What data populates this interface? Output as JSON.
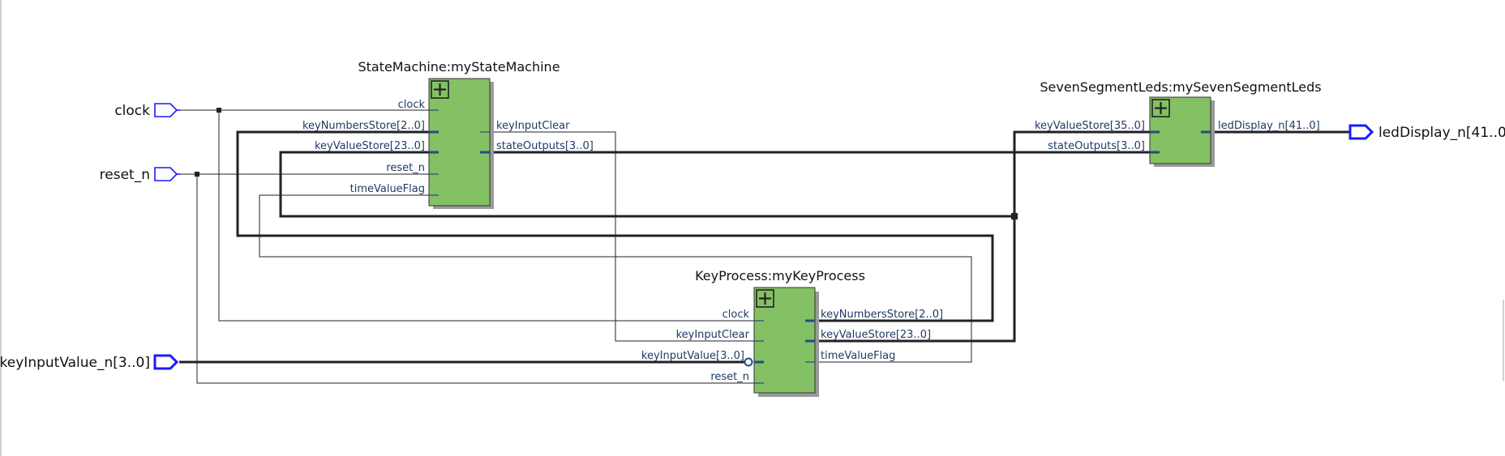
{
  "modules": {
    "state_machine": {
      "title": "StateMachine:myStateMachine",
      "inputs": [
        "clock",
        "keyNumbersStore[2..0]",
        "keyValueStore[23..0]",
        "reset_n",
        "timeValueFlag"
      ],
      "outputs": [
        "keyInputClear",
        "stateOutputs[3..0]"
      ]
    },
    "key_process": {
      "title": "KeyProcess:myKeyProcess",
      "inputs": [
        "clock",
        "keyInputClear",
        "keyInputValue[3..0]",
        "reset_n"
      ],
      "outputs": [
        "keyNumbersStore[2..0]",
        "keyValueStore[23..0]",
        "timeValueFlag"
      ]
    },
    "seven_segment": {
      "title": "SevenSegmentLeds:mySevenSegmentLeds",
      "inputs": [
        "keyValueStore[35..0]",
        "stateOutputs[3..0]"
      ],
      "outputs": [
        "ledDisplay_n[41..0]"
      ]
    }
  },
  "io_pins": {
    "clock": "clock",
    "reset_n": "reset_n",
    "key_input_value": "keyInputValue_n[3..0]",
    "led_display": "ledDisplay_n[41..0]"
  },
  "colors": {
    "block_fill": "#84c064",
    "port_text": "#1f3a64",
    "io_pin": "#1a1aff",
    "wire": "#222222"
  },
  "icons": [
    "expand-icon"
  ]
}
